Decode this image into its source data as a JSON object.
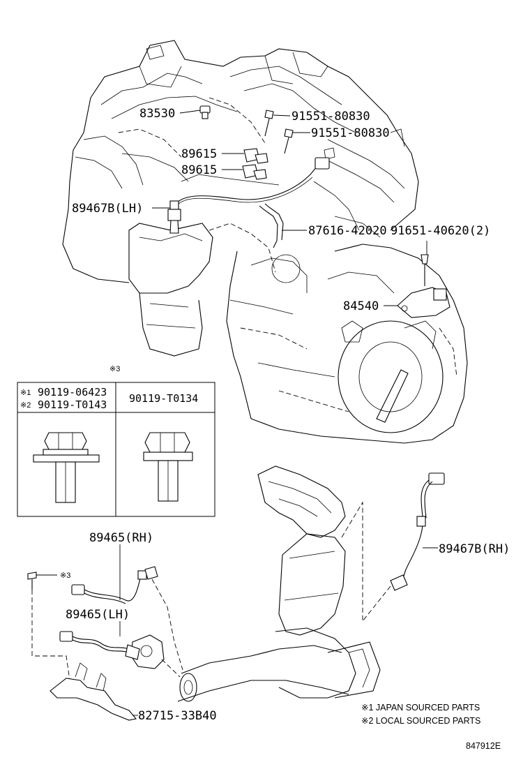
{
  "callouts": {
    "p83530": "83530",
    "p91551_a": "91551-80830",
    "p91551_b": "91551-80830",
    "p89615_a": "89615",
    "p89615_b": "89615",
    "p89467B_LH": "89467B(LH)",
    "p87616": "87616-42020",
    "p91651": "91651-40620(2)",
    "p84540": "84540",
    "p89465_RH": "89465(RH)",
    "p89467B_RH": "89467B(RH)",
    "p89465_LH": "89465(LH)",
    "p82715": "82715-33B40",
    "ref3_bolt": "※3"
  },
  "fastener_table": {
    "ref_mark": "※3",
    "row1_prefix": "※1",
    "row1_part": "90119-06423",
    "row2_prefix": "※2",
    "row2_part": "90119-T0143",
    "col2_part": "90119-T0134"
  },
  "notes": {
    "note1": "※1 JAPAN SOURCED PARTS",
    "note2": "※2 LOCAL SOURCED PARTS"
  },
  "figure_id": "847912E"
}
